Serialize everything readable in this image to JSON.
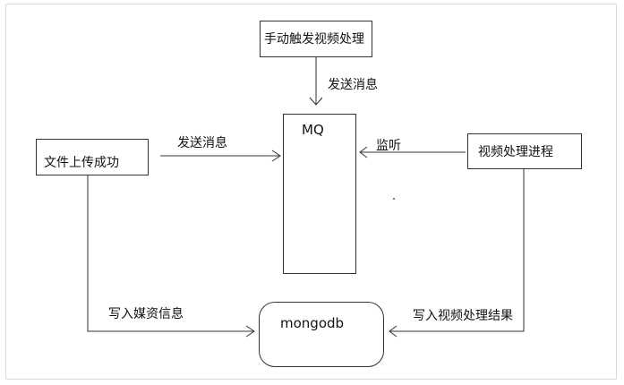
{
  "nodes": {
    "manual_trigger": "手动触发视频处理",
    "mq": "MQ",
    "file_upload": "文件上传成功",
    "video_process": "视频处理进程",
    "mongodb": "mongodb"
  },
  "edges": {
    "manual_to_mq": "发送消息",
    "upload_to_mq": "发送消息",
    "process_listen": "监听",
    "upload_to_mongo": "写入媒资信息",
    "process_to_mongo": "写入视频处理结果"
  },
  "colors": {
    "stroke": "#333333",
    "frame": "#d9d9d9"
  }
}
